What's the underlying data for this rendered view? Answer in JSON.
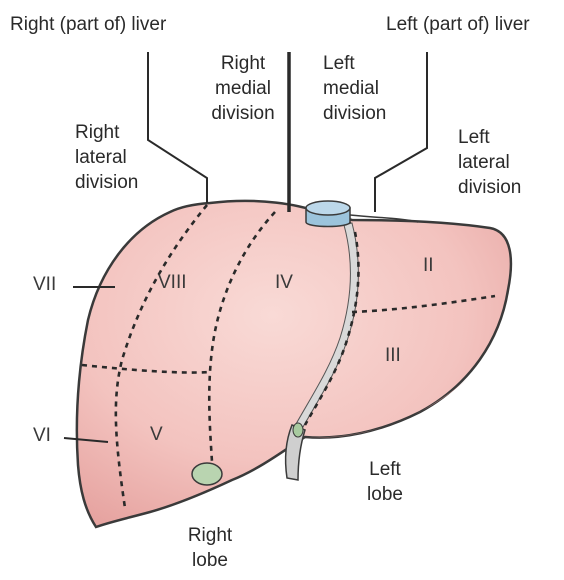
{
  "labels": {
    "right_liver": "Right (part of) liver",
    "left_liver": "Left (part of) liver",
    "right_medial_1": "Right",
    "right_medial_2": "medial",
    "right_medial_3": "division",
    "left_medial_1": "Left",
    "left_medial_2": "medial",
    "left_medial_3": "division",
    "right_lateral_1": "Right",
    "right_lateral_2": "lateral",
    "right_lateral_3": "division",
    "left_lateral_1": "Left",
    "left_lateral_2": "lateral",
    "left_lateral_3": "division",
    "left_lobe_1": "Left",
    "left_lobe_2": "lobe",
    "right_lobe_1": "Right",
    "right_lobe_2": "lobe"
  },
  "segments": {
    "II": "II",
    "III": "III",
    "IV": "IV",
    "V": "V",
    "VI": "VI",
    "VII": "VII",
    "VIII": "VIII"
  },
  "colors": {
    "liver_fill": "#f4c6c3",
    "liver_shade": "#e8a9a6",
    "outline": "#3a3a3a",
    "vessel": "#9cc4dc",
    "gallbladder": "#b9d4b0"
  }
}
